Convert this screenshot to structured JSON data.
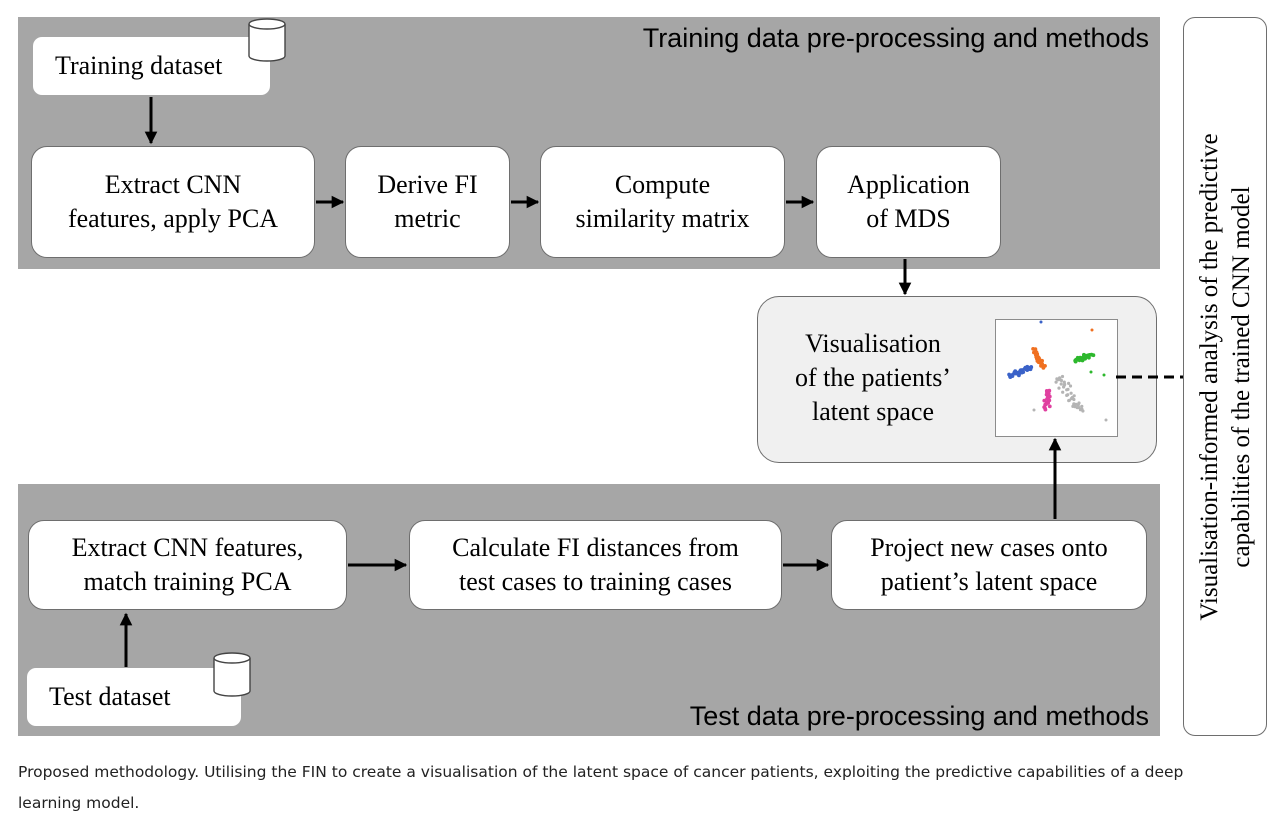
{
  "training": {
    "title": "Training data pre-processing and methods",
    "dataset_label": "Training dataset",
    "steps": [
      "Extract CNN\nfeatures, apply PCA",
      "Derive FI\nmetric",
      "Compute\nsimilarity matrix",
      "Application\nof MDS"
    ]
  },
  "visualisation": {
    "label": "Visualisation\nof the patients’\nlatent space",
    "clusters": [
      {
        "name": "blue",
        "color": "#3a62c8"
      },
      {
        "name": "orange",
        "color": "#f07020"
      },
      {
        "name": "green",
        "color": "#2db82d"
      },
      {
        "name": "magenta",
        "color": "#e040a0"
      },
      {
        "name": "grey",
        "color": "#b4b4b4"
      }
    ]
  },
  "side_panel": {
    "label": "Visualisation-informed analysis of the predictive\ncapabilities of the trained CNN model"
  },
  "test": {
    "title": "Test data pre-processing and methods",
    "dataset_label": "Test dataset",
    "steps": [
      "Extract CNN features,\nmatch training PCA",
      "Calculate FI distances from\ntest cases to training cases",
      "Project new cases onto\npatient’s latent space"
    ]
  },
  "caption": "Proposed methodology. Utilising the FIN to create a visualisation of the latent space of cancer patients, exploiting the predictive capabilities of a deep learning model.",
  "colors": {
    "panel": "#a6a6a6",
    "box_fill": "#ffffff",
    "vis_fill": "#f0f0f0"
  }
}
